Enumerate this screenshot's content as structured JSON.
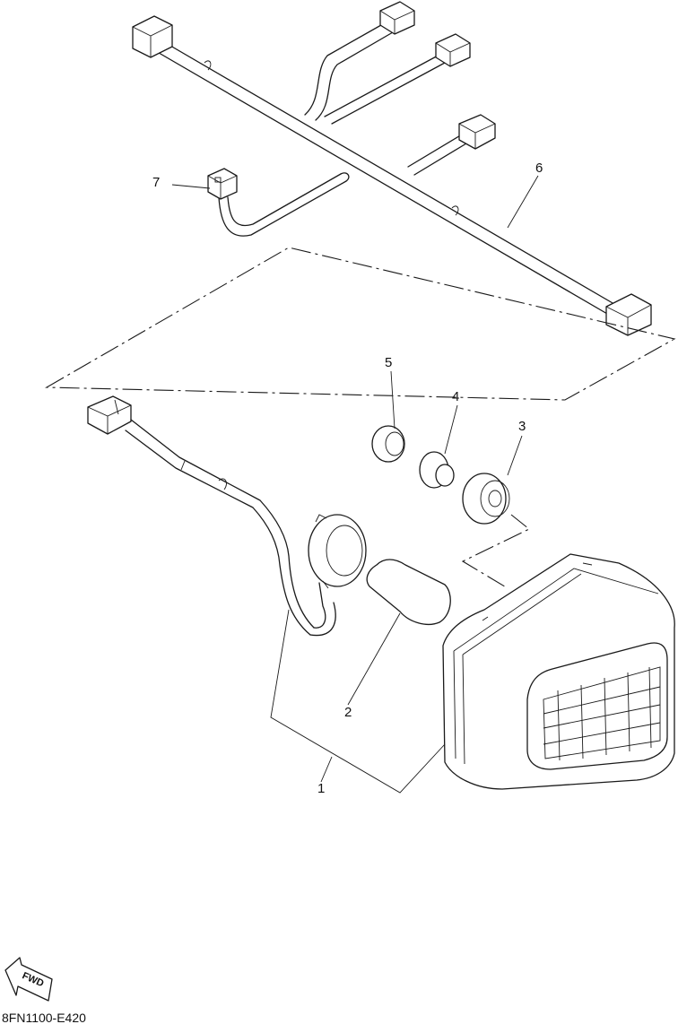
{
  "callouts": [
    "1",
    "2",
    "3",
    "4",
    "5",
    "6",
    "7"
  ],
  "direction_label": "FWD",
  "diagram_code": "8FN1100-E420"
}
